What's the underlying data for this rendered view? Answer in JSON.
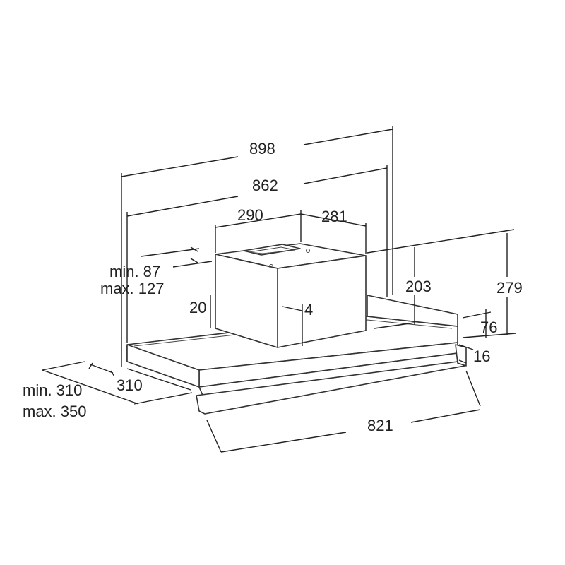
{
  "dimensions": {
    "overall_width": "898",
    "inner_width": "862",
    "chimney_width": "290",
    "chimney_depth": "281",
    "duct_offset_min": "min. 87",
    "duct_offset_max": "max. 127",
    "side_offset": "20",
    "chimney_height": "203",
    "total_height": "279",
    "canopy_height": "76",
    "small_offset": "4",
    "front_lip": "16",
    "depth_label": "310",
    "depth_min": "min. 310",
    "depth_max": "max. 350",
    "front_width": "821"
  },
  "colors": {
    "line": "#222222",
    "text": "#222222",
    "background": "#ffffff"
  }
}
